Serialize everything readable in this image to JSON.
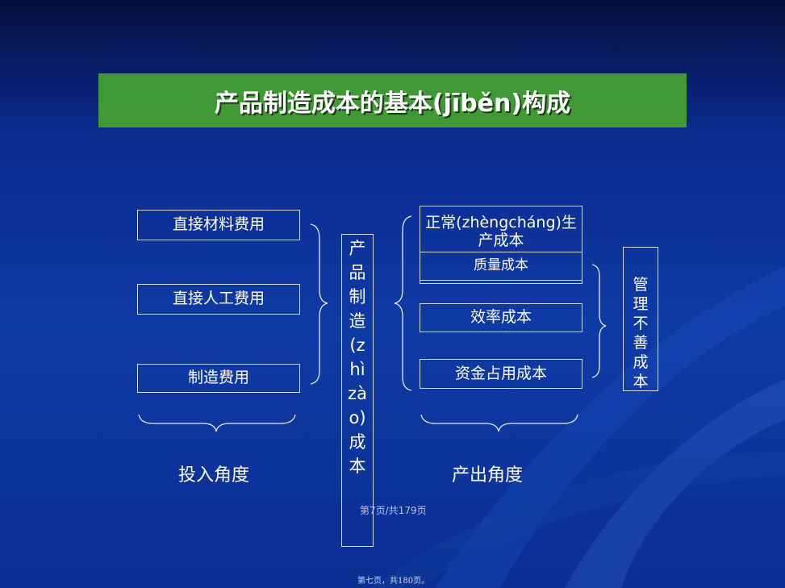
{
  "title": "产品制造成本的基本(jīběn)构成",
  "input_items": [
    "直接材料费用",
    "直接人工费用",
    "制造费用"
  ],
  "center_box": "产品制造(zhìzào)成本",
  "output_items": {
    "normal": "正常(zhèngcháng)生产成本",
    "quality": "质量成本",
    "efficiency": "效率成本",
    "capital": "资金占用成本"
  },
  "management_box": "管理不善成本",
  "input_perspective": "投入角度",
  "output_perspective": "产出角度",
  "page_overlay": "第7页/共179页",
  "footer": "第七页，共180页。",
  "colors": {
    "background": "#0e3aa5",
    "title_bar": "#3f9a36",
    "text": "#ffffff"
  }
}
